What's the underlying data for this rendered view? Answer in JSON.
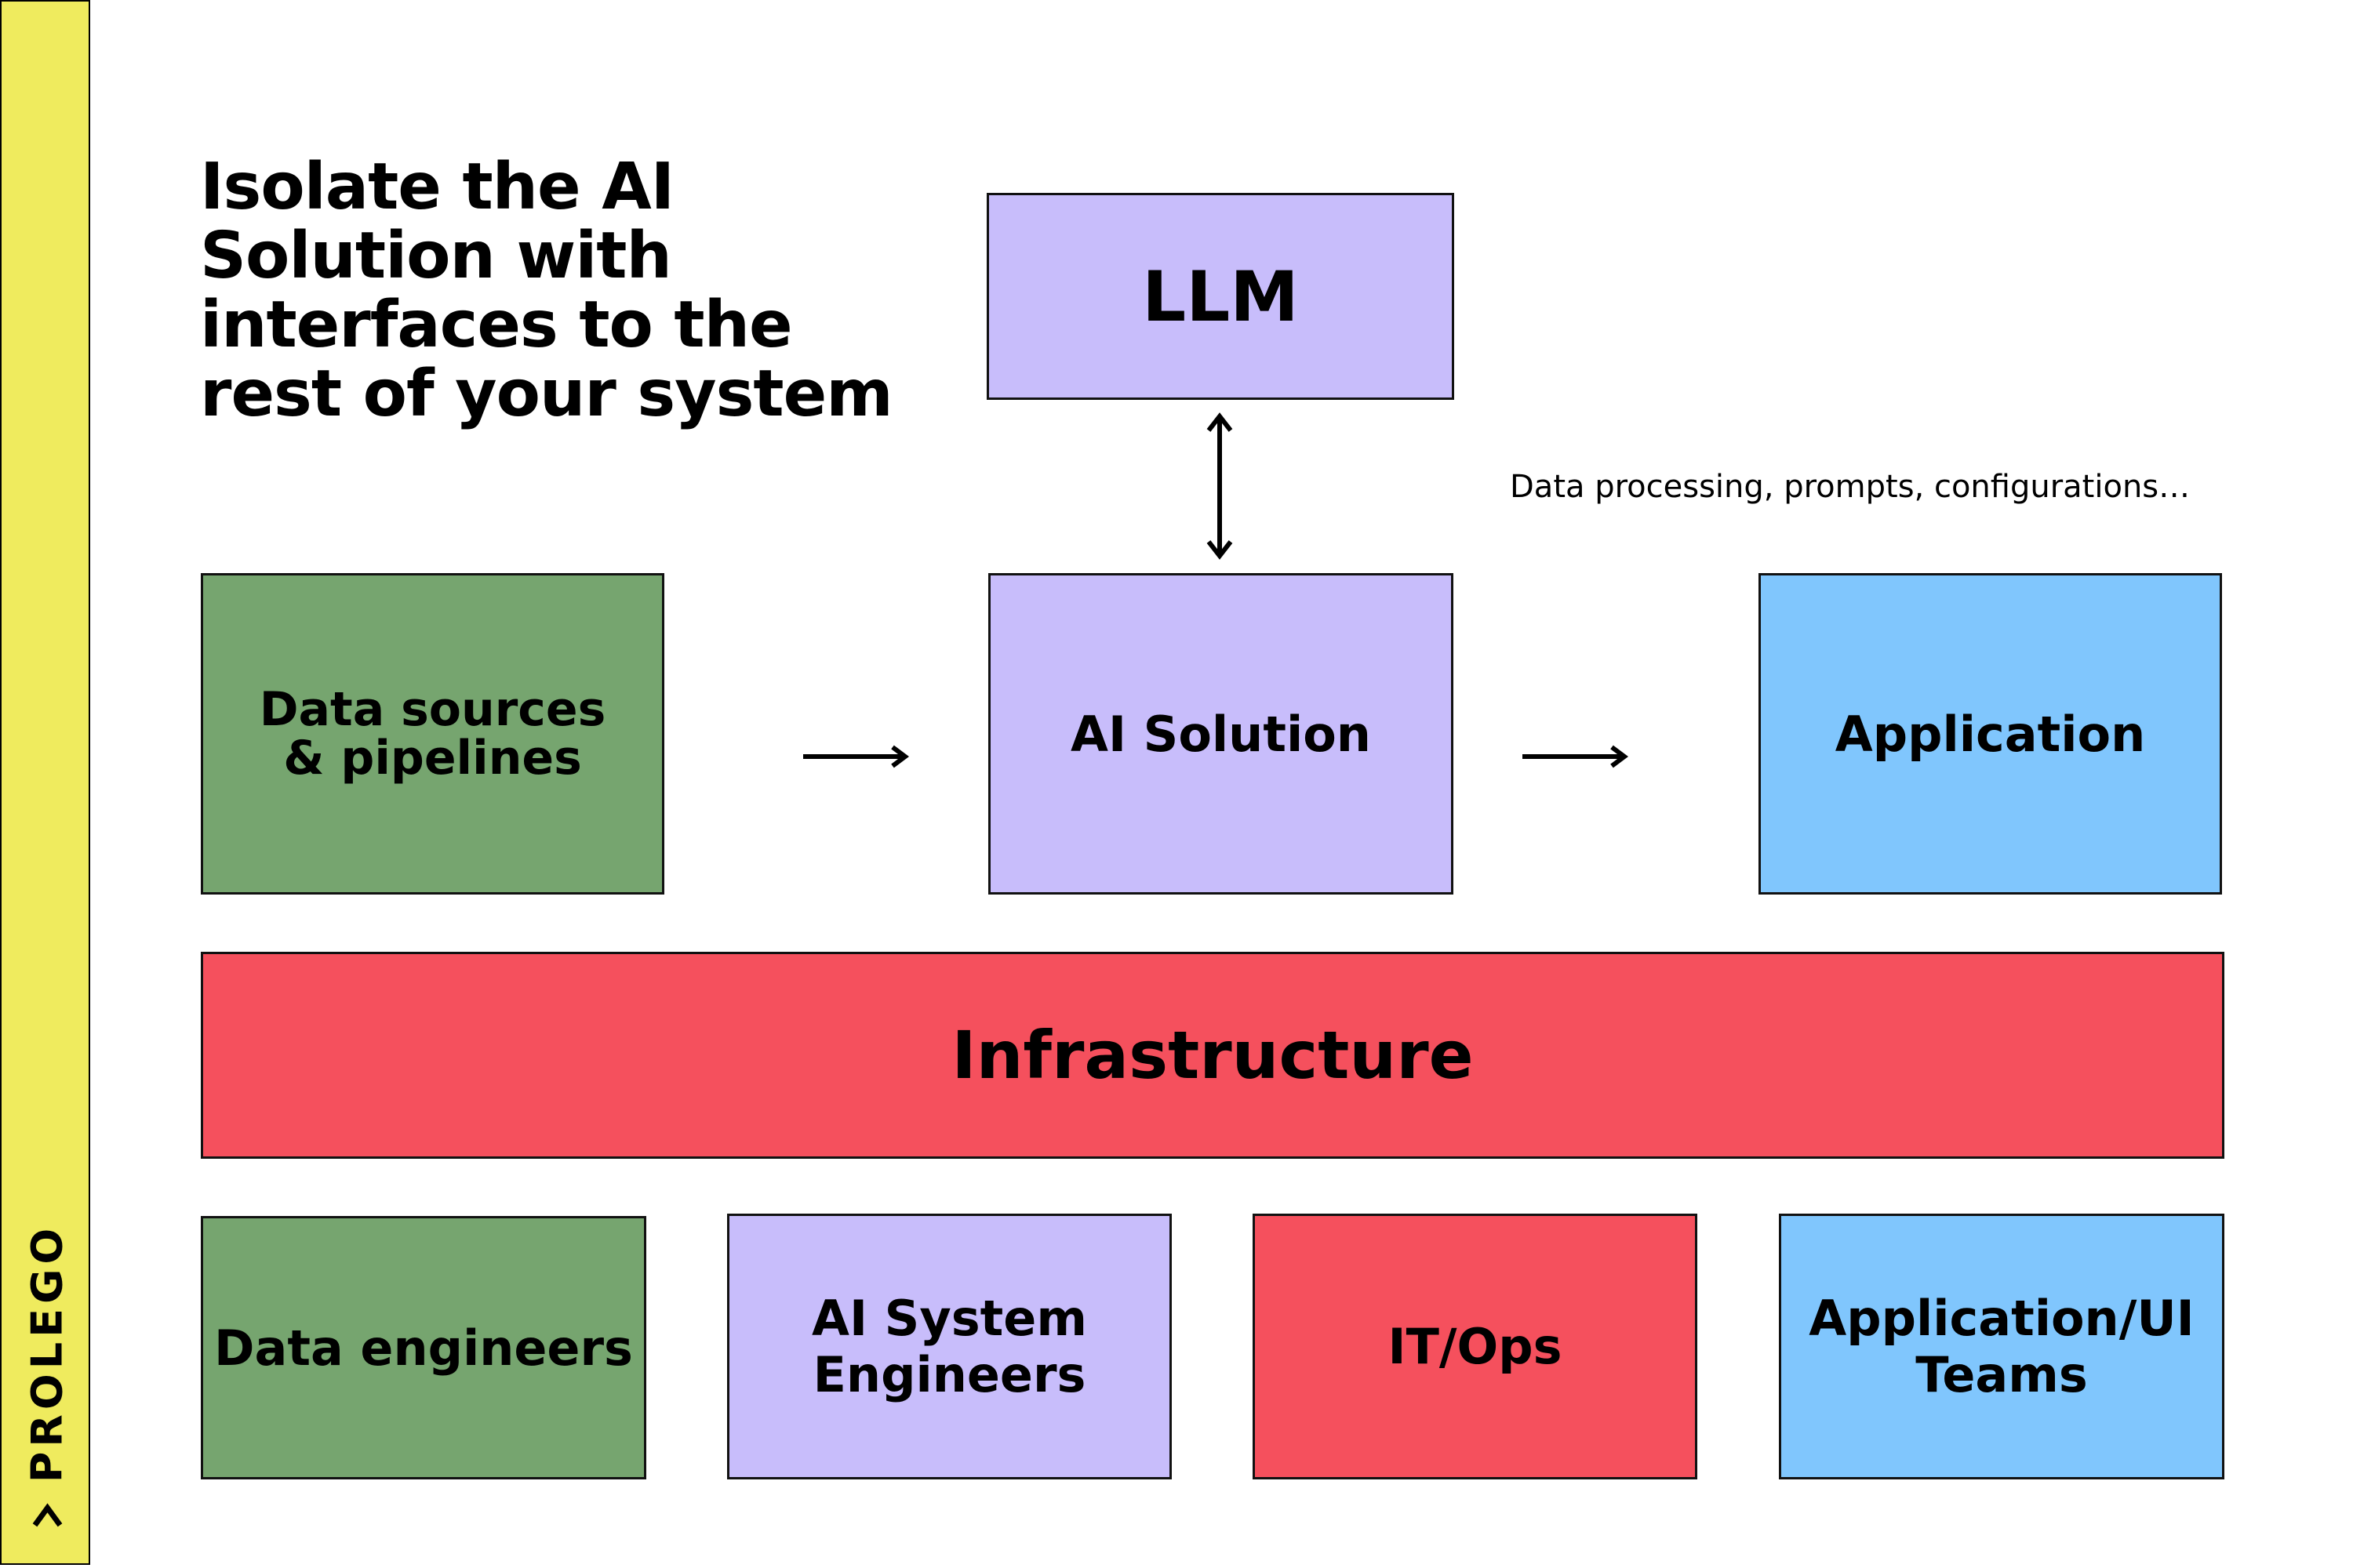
{
  "brand": {
    "name": "PROLEGO"
  },
  "title": "Isolate the AI Solution with interfaces to the rest of your system",
  "boxes": {
    "llm": "LLM",
    "data_sources": "Data sources\n& pipelines",
    "ai_solution": "AI Solution",
    "application": "Application",
    "infrastructure": "Infrastructure"
  },
  "note": "Data processing, prompts, configurations…",
  "teams": {
    "data_engineers": "Data engineers",
    "ai_system_engineers": "AI System\nEngineers",
    "it_ops": "IT/Ops",
    "app_ui_teams": "Application/UI\nTeams"
  },
  "colors": {
    "sidebar": "#efeb5e",
    "green": "#76a56f",
    "purple": "#c8bdfb",
    "blue": "#80c6fd",
    "red": "#f5505d"
  }
}
